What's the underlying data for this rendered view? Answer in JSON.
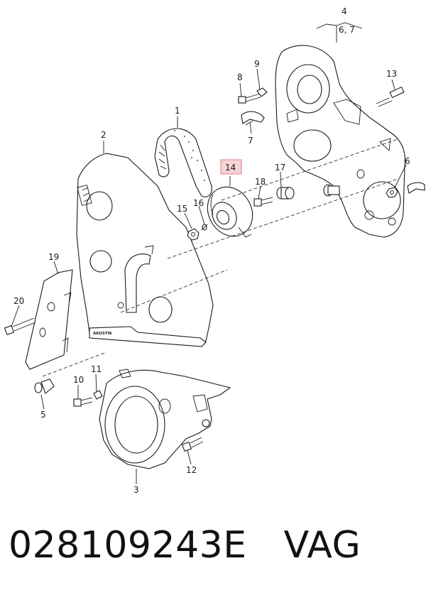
{
  "callouts": {
    "c1": "1",
    "c2": "2",
    "c3": "3",
    "c4": "4",
    "c4b": "6, 7",
    "c5": "5",
    "c6": "6",
    "c7": "7",
    "c8": "8",
    "c9": "9",
    "c10": "10",
    "c11": "11",
    "c12": "12",
    "c13": "13",
    "c14": "14",
    "c15": "15",
    "c16": "16",
    "c17": "17",
    "c18": "18",
    "c19": "19",
    "c20": "20"
  },
  "highlighted_callout": "14",
  "cover_label": "AKUSTIK",
  "part_number": "028109243E",
  "brand": "VAG",
  "colors": {
    "highlight_fill": "#f6d3d6",
    "highlight_border": "#e07f87",
    "ink": "#1a1a1a"
  }
}
